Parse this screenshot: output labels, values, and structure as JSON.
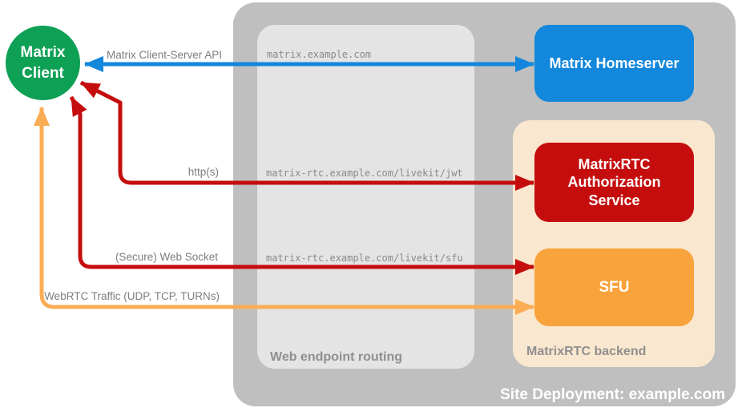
{
  "colors": {
    "container_gray": "#bfbfbf",
    "routing_gray": "#e4e4e4",
    "backend_peach": "#fae7cf",
    "homeserver_blue": "#1287db",
    "auth_red": "#c50d0d",
    "sfu_orange": "#f8a33b",
    "client_green": "#0ea055",
    "arrow_blue": "#1287db",
    "arrow_red": "#c50d0d",
    "arrow_orange": "#faad55",
    "label_gray": "#8a8a8a"
  },
  "nodes": {
    "client": {
      "label": "Matrix\nClient"
    },
    "homeserver": {
      "label": "Matrix Homeserver"
    },
    "auth_service": {
      "label": "MatrixRTC\nAuthorization\nService"
    },
    "sfu": {
      "label": "SFU"
    }
  },
  "containers": {
    "site": {
      "label": "Site Deployment: example.com"
    },
    "routing": {
      "label": "Web endpoint routing"
    },
    "backend": {
      "label": "MatrixRTC backend"
    }
  },
  "endpoints": {
    "homeserver": "matrix.example.com",
    "jwt": "matrix-rtc.example.com/livekit/jwt",
    "sfu": "matrix-rtc.example.com/livekit/sfu"
  },
  "arrows": {
    "client_server_api": {
      "label": "Matrix Client-Server API"
    },
    "http": {
      "label": "http(s)"
    },
    "websocket": {
      "label": "(Secure) Web Socket"
    },
    "webrtc": {
      "label": "WebRTC Traffic (UDP, TCP, TURNs)"
    }
  }
}
